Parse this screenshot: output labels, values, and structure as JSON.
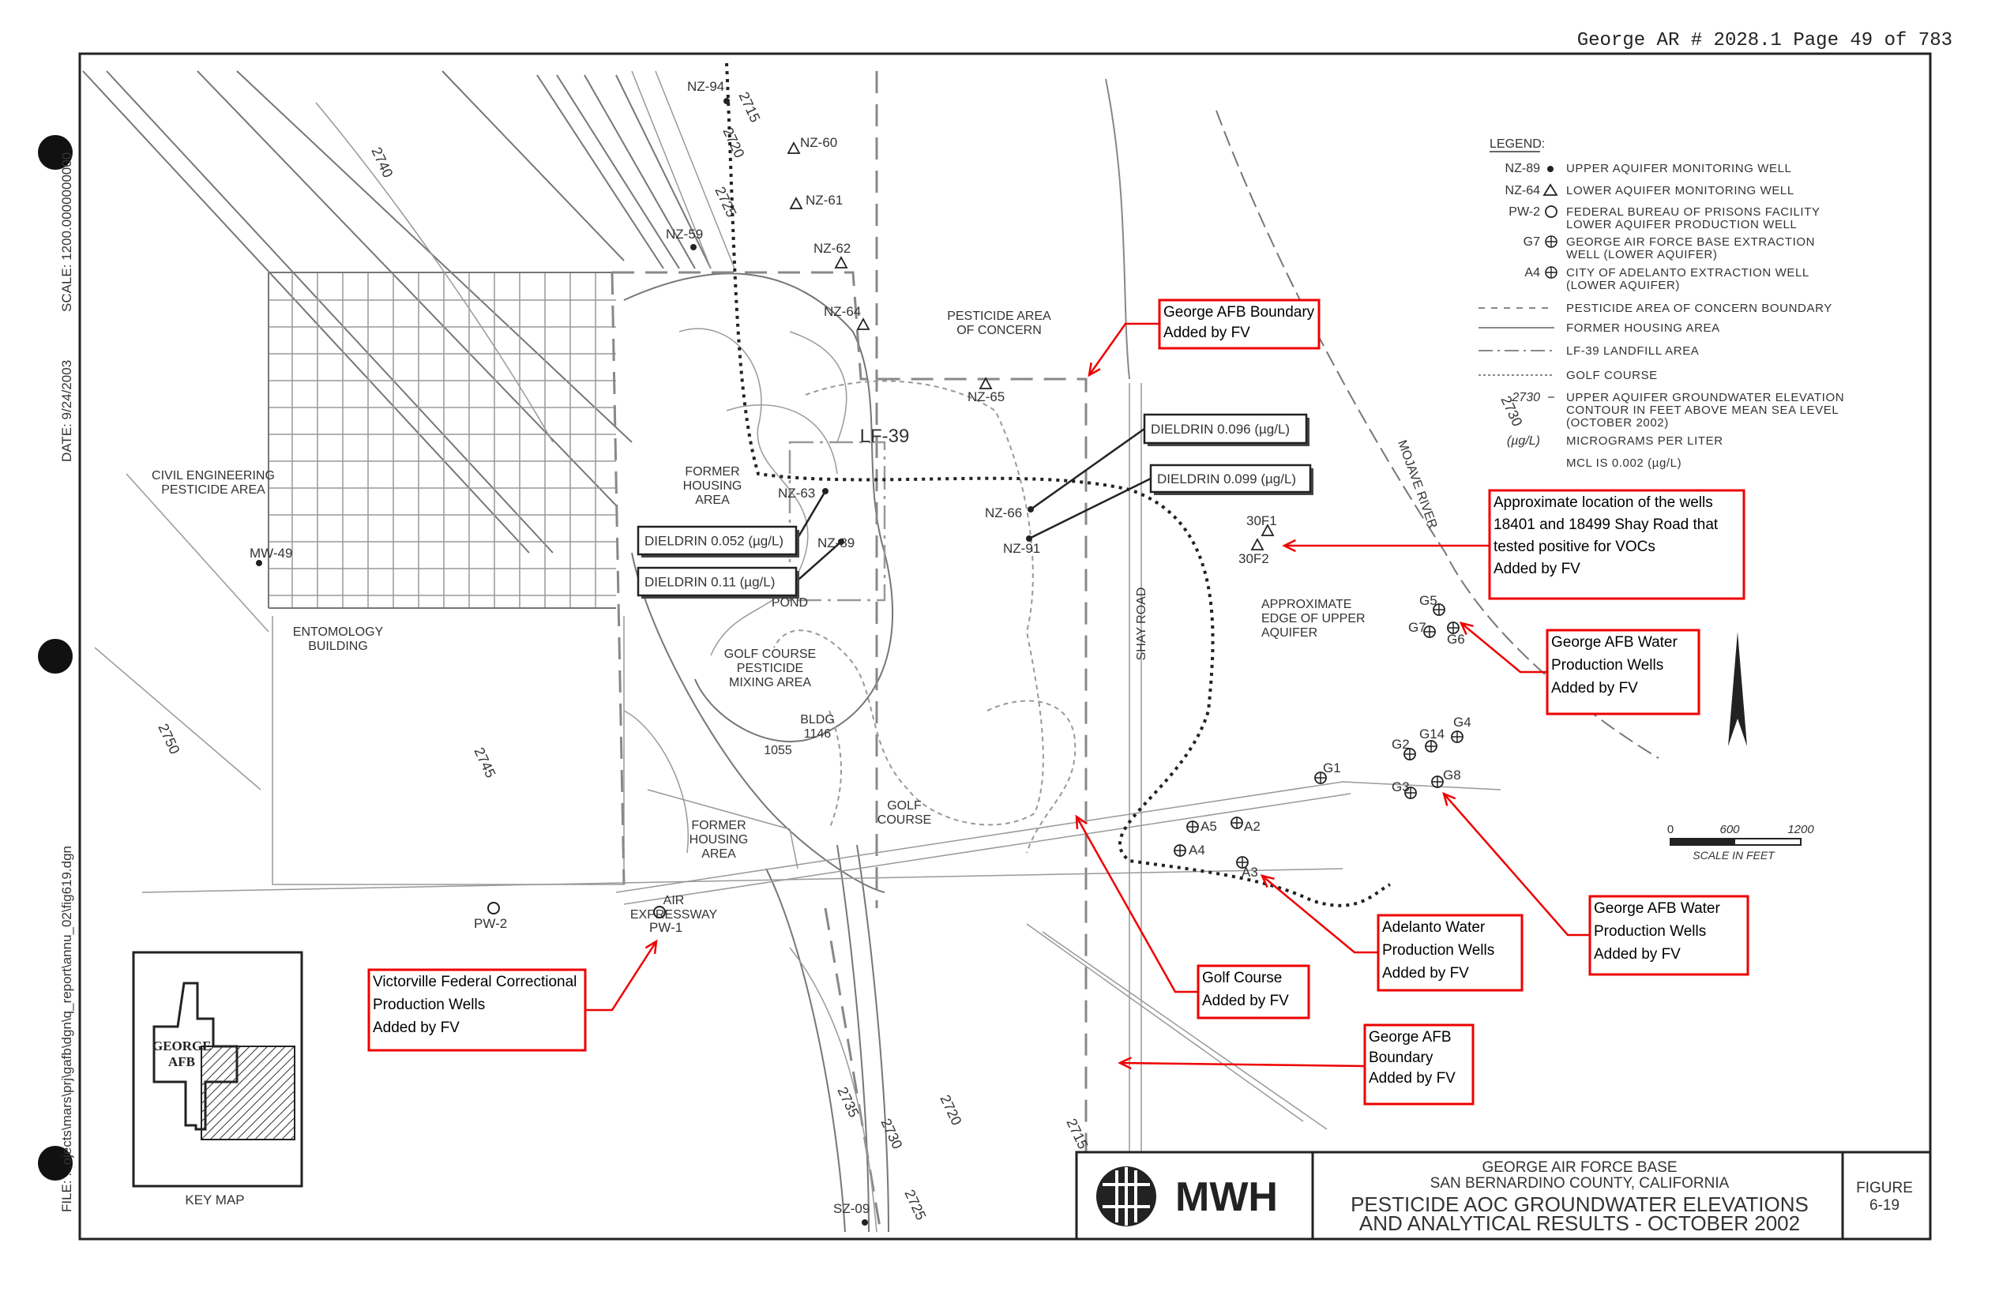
{
  "header": {
    "text": "George AR # 2028.1   Page 49 of 783"
  },
  "side": {
    "scale": "SCALE:   1200.0000000000",
    "date": "DATE: 9/24/2003",
    "file": "FILE: ...ojects\\mars\\prj\\gafb\\dgn\\q_report\\annu_02\\fig619.dgn"
  },
  "legend": {
    "title": "LEGEND:",
    "items": [
      {
        "symbol_label": "NZ-89",
        "symbol": "filled-dot",
        "lines": [
          "UPPER AQUIFER MONITORING WELL"
        ]
      },
      {
        "symbol_label": "NZ-64",
        "symbol": "triangle",
        "lines": [
          "LOWER AQUIFER MONITORING WELL"
        ]
      },
      {
        "symbol_label": "PW-2",
        "symbol": "circle",
        "lines": [
          "FEDERAL BUREAU OF PRISONS FACILITY",
          "LOWER AQUIFER PRODUCTION WELL"
        ]
      },
      {
        "symbol_label": "G7",
        "symbol": "crosshair-circle",
        "lines": [
          "GEORGE AIR FORCE BASE EXTRACTION",
          "WELL (LOWER AQUIFER)"
        ]
      },
      {
        "symbol_label": "A4",
        "symbol": "crosshair-circle",
        "lines": [
          "CITY OF ADELANTO EXTRACTION WELL",
          "(LOWER AQUIFER)"
        ]
      },
      {
        "symbol_label": "",
        "symbol": "dashed-line",
        "lines": [
          "PESTICIDE AREA OF CONCERN BOUNDARY"
        ]
      },
      {
        "symbol_label": "",
        "symbol": "solid-line",
        "lines": [
          "FORMER HOUSING AREA"
        ]
      },
      {
        "symbol_label": "",
        "symbol": "dash-dot-line",
        "lines": [
          "LF-39 LANDFILL AREA"
        ]
      },
      {
        "symbol_label": "",
        "symbol": "fine-dashed-line",
        "lines": [
          "GOLF COURSE"
        ]
      },
      {
        "symbol_label": "2730",
        "symbol": "contour-line",
        "lines": [
          "UPPER AQUIFER GROUNDWATER ELEVATION",
          "CONTOUR IN FEET ABOVE MEAN SEA LEVEL",
          "(OCTOBER 2002)"
        ]
      },
      {
        "symbol_label": "(µg/L)",
        "symbol": "none",
        "lines": [
          "MICROGRAMS PER LITER"
        ]
      },
      {
        "symbol_label": "",
        "symbol": "none",
        "lines": [
          "MCL IS 0.002 (µg/L)"
        ]
      }
    ]
  },
  "title_block": {
    "logo": "MWH",
    "line1": "GEORGE AIR FORCE BASE",
    "line2": "SAN BERNARDINO COUNTY, CALIFORNIA",
    "line3": "PESTICIDE AOC GROUNDWATER ELEVATIONS",
    "line4": "AND ANALYTICAL RESULTS - OCTOBER 2002",
    "figure_label": "FIGURE",
    "figure_number": "6-19"
  },
  "key_map": {
    "title": "KEY MAP",
    "label1": "GEORGE",
    "label2": "AFB"
  },
  "scale_bar": {
    "ticks": [
      "0",
      "600",
      "1200"
    ],
    "caption": "SCALE IN FEET"
  },
  "results": [
    {
      "text": "DIELDRIN  0.096 (µg/L)",
      "well": "NZ-66"
    },
    {
      "text": "DIELDRIN  0.099 (µg/L)",
      "well": "NZ-91"
    },
    {
      "text": "DIELDRIN  0.052 (µg/L)",
      "well": "NZ-63"
    },
    {
      "text": "DIELDRIN    0.11  (µg/L)",
      "well": "NZ-89"
    }
  ],
  "annotations": [
    {
      "lines": [
        "George AFB Boundary",
        "Added by FV"
      ]
    },
    {
      "lines": [
        "Approximate location of the wells",
        "18401 and 18499 Shay Road that",
        "tested positive for VOCs",
        "Added by FV"
      ]
    },
    {
      "lines": [
        "George AFB Water",
        "Production Wells",
        "Added by FV"
      ]
    },
    {
      "lines": [
        "George AFB Water",
        "Production Wells",
        "Added by FV"
      ]
    },
    {
      "lines": [
        "Adelanto Water",
        "Production Wells",
        "Added by FV"
      ]
    },
    {
      "lines": [
        "Golf Course",
        "Added by FV"
      ]
    },
    {
      "lines": [
        "George AFB",
        "Boundary",
        "Added by FV"
      ]
    },
    {
      "lines": [
        "Victorville Federal Correctional",
        "Production Wells",
        "Added by FV"
      ]
    }
  ],
  "wells": [
    {
      "name": "NZ-94",
      "type": "dot"
    },
    {
      "name": "NZ-60",
      "type": "tri"
    },
    {
      "name": "NZ-61",
      "type": "tri"
    },
    {
      "name": "NZ-59",
      "type": "dot"
    },
    {
      "name": "NZ-62",
      "type": "tri"
    },
    {
      "name": "NZ-64",
      "type": "tri"
    },
    {
      "name": "NZ-65",
      "type": "tri"
    },
    {
      "name": "NZ-63",
      "type": "dot"
    },
    {
      "name": "NZ-89",
      "type": "dot"
    },
    {
      "name": "NZ-66",
      "type": "dot"
    },
    {
      "name": "NZ-91",
      "type": "dot"
    },
    {
      "name": "MW-49",
      "type": "dot"
    },
    {
      "name": "PW-2",
      "type": "circle"
    },
    {
      "name": "PW-1",
      "type": "circle"
    },
    {
      "name": "SZ-09",
      "type": "dot"
    },
    {
      "name": "30F1",
      "type": "tri"
    },
    {
      "name": "30F2",
      "type": "tri"
    },
    {
      "name": "G5",
      "type": "cross"
    },
    {
      "name": "G7",
      "type": "cross"
    },
    {
      "name": "G6",
      "type": "cross"
    },
    {
      "name": "G4",
      "type": "cross"
    },
    {
      "name": "G14",
      "type": "cross"
    },
    {
      "name": "G2",
      "type": "cross"
    },
    {
      "name": "G1",
      "type": "cross"
    },
    {
      "name": "G8",
      "type": "cross"
    },
    {
      "name": "G3",
      "type": "cross"
    },
    {
      "name": "A5",
      "type": "cross"
    },
    {
      "name": "A2",
      "type": "cross"
    },
    {
      "name": "A4",
      "type": "cross"
    },
    {
      "name": "A3",
      "type": "cross"
    }
  ],
  "map_labels": [
    [
      "CIVIL ENGINEERING",
      "PESTICIDE AREA"
    ],
    [
      "FORMER",
      "HOUSING",
      "AREA"
    ],
    [
      "LF-39"
    ],
    [
      "PESTICIDE AREA",
      "OF CONCERN"
    ],
    [
      "ENTOMOLOGY",
      "BUILDING"
    ],
    [
      "GOLF COURSE",
      "PESTICIDE",
      "MIXING AREA"
    ],
    [
      "POND"
    ],
    [
      "BLDG",
      "1146"
    ],
    [
      "1055"
    ],
    [
      "GOLF",
      "COURSE"
    ],
    [
      "FORMER",
      "HOUSING",
      "AREA"
    ],
    [
      "AIR",
      "EXPRESSWAY"
    ],
    [
      "APPROXIMATE",
      "EDGE OF UPPER",
      "AQUIFER"
    ],
    [
      "MOJAVE RIVER"
    ],
    [
      "SHAY ROAD"
    ]
  ],
  "contours": [
    "2715",
    "2720",
    "2725",
    "2740",
    "2750",
    "2745",
    "2735",
    "2730",
    "2725",
    "2720",
    "2715",
    "2730"
  ]
}
